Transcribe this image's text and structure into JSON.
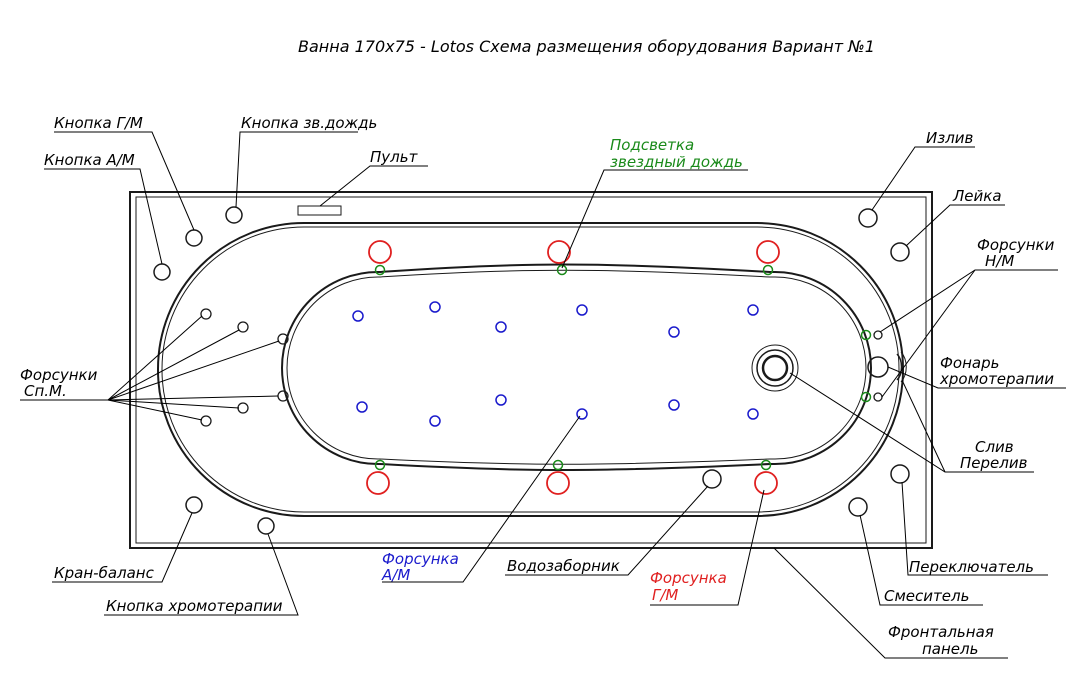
{
  "title": "Ванна 170х75 - Lotos Схема размещения оборудования Вариант №1",
  "colors": {
    "outline": "#1a1a1a",
    "label": "#000000",
    "green": "#1a8a1a",
    "blue": "#1a1acc",
    "red": "#e02020"
  },
  "labels": {
    "button_gm": "Кнопка Г/М",
    "button_am": "Кнопка А/М",
    "button_star_rain": "Кнопка зв.дождь",
    "remote": "Пульт",
    "star_light_1": "Подсветка",
    "star_light_2": "звездный дождь",
    "spout": "Излив",
    "shower": "Лейка",
    "jets_hm_1": "Форсунки",
    "jets_hm_2": "Н/М",
    "chromo_light_1": "Фонарь",
    "chromo_light_2": "хромотерапии",
    "drain_1": "Слив",
    "drain_2": "Перелив",
    "jets_back_1": "Форсунки",
    "jets_back_2": "Сп.М.",
    "mixer_balance": "Кран-баланс",
    "button_chromo": "Кнопка хромотерапии",
    "jet_am_1": "Форсунка",
    "jet_am_2": "А/М",
    "water_intake": "Водозаборник",
    "jet_gm_1": "Форсунка",
    "jet_gm_2": "Г/М",
    "switch": "Переключатель",
    "mixer": "Смеситель",
    "front_panel_1": "Фронтальная",
    "front_panel_2": "панель"
  }
}
